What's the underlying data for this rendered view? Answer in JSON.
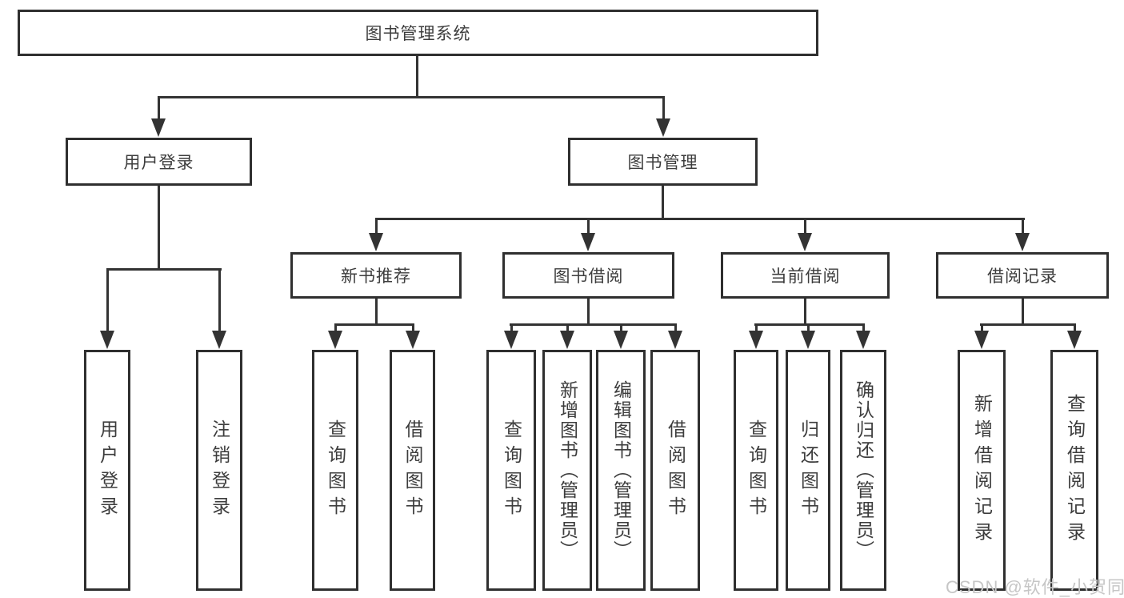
{
  "tree": {
    "root": {
      "label": "图书管理系统"
    },
    "branches": [
      {
        "label": "用户登录",
        "children": [
          {
            "label": "用户登录"
          },
          {
            "label": "注销登录"
          }
        ]
      },
      {
        "label": "图书管理",
        "children": [
          {
            "label": "新书推荐",
            "children": [
              {
                "label": "查询图书"
              },
              {
                "label": "借阅图书"
              }
            ]
          },
          {
            "label": "图书借阅",
            "children": [
              {
                "label": "查询图书"
              },
              {
                "label": "新增图书（管理员）"
              },
              {
                "label": "编辑图书（管理员）"
              },
              {
                "label": "借阅图书"
              }
            ]
          },
          {
            "label": "当前借阅",
            "children": [
              {
                "label": "查询图书"
              },
              {
                "label": "归还图书"
              },
              {
                "label": "确认归还（管理员）"
              }
            ]
          },
          {
            "label": "借阅记录",
            "children": [
              {
                "label": "新增借阅记录"
              },
              {
                "label": "查询借阅记录"
              }
            ]
          }
        ]
      }
    ]
  },
  "watermark": {
    "text": "CSDN @软件_小贺同学"
  },
  "colors": {
    "line": "#333333",
    "border": "#2f2f2f",
    "text": "#3d3d3d",
    "background": "#ffffff",
    "watermark": "#c6c6c6"
  }
}
